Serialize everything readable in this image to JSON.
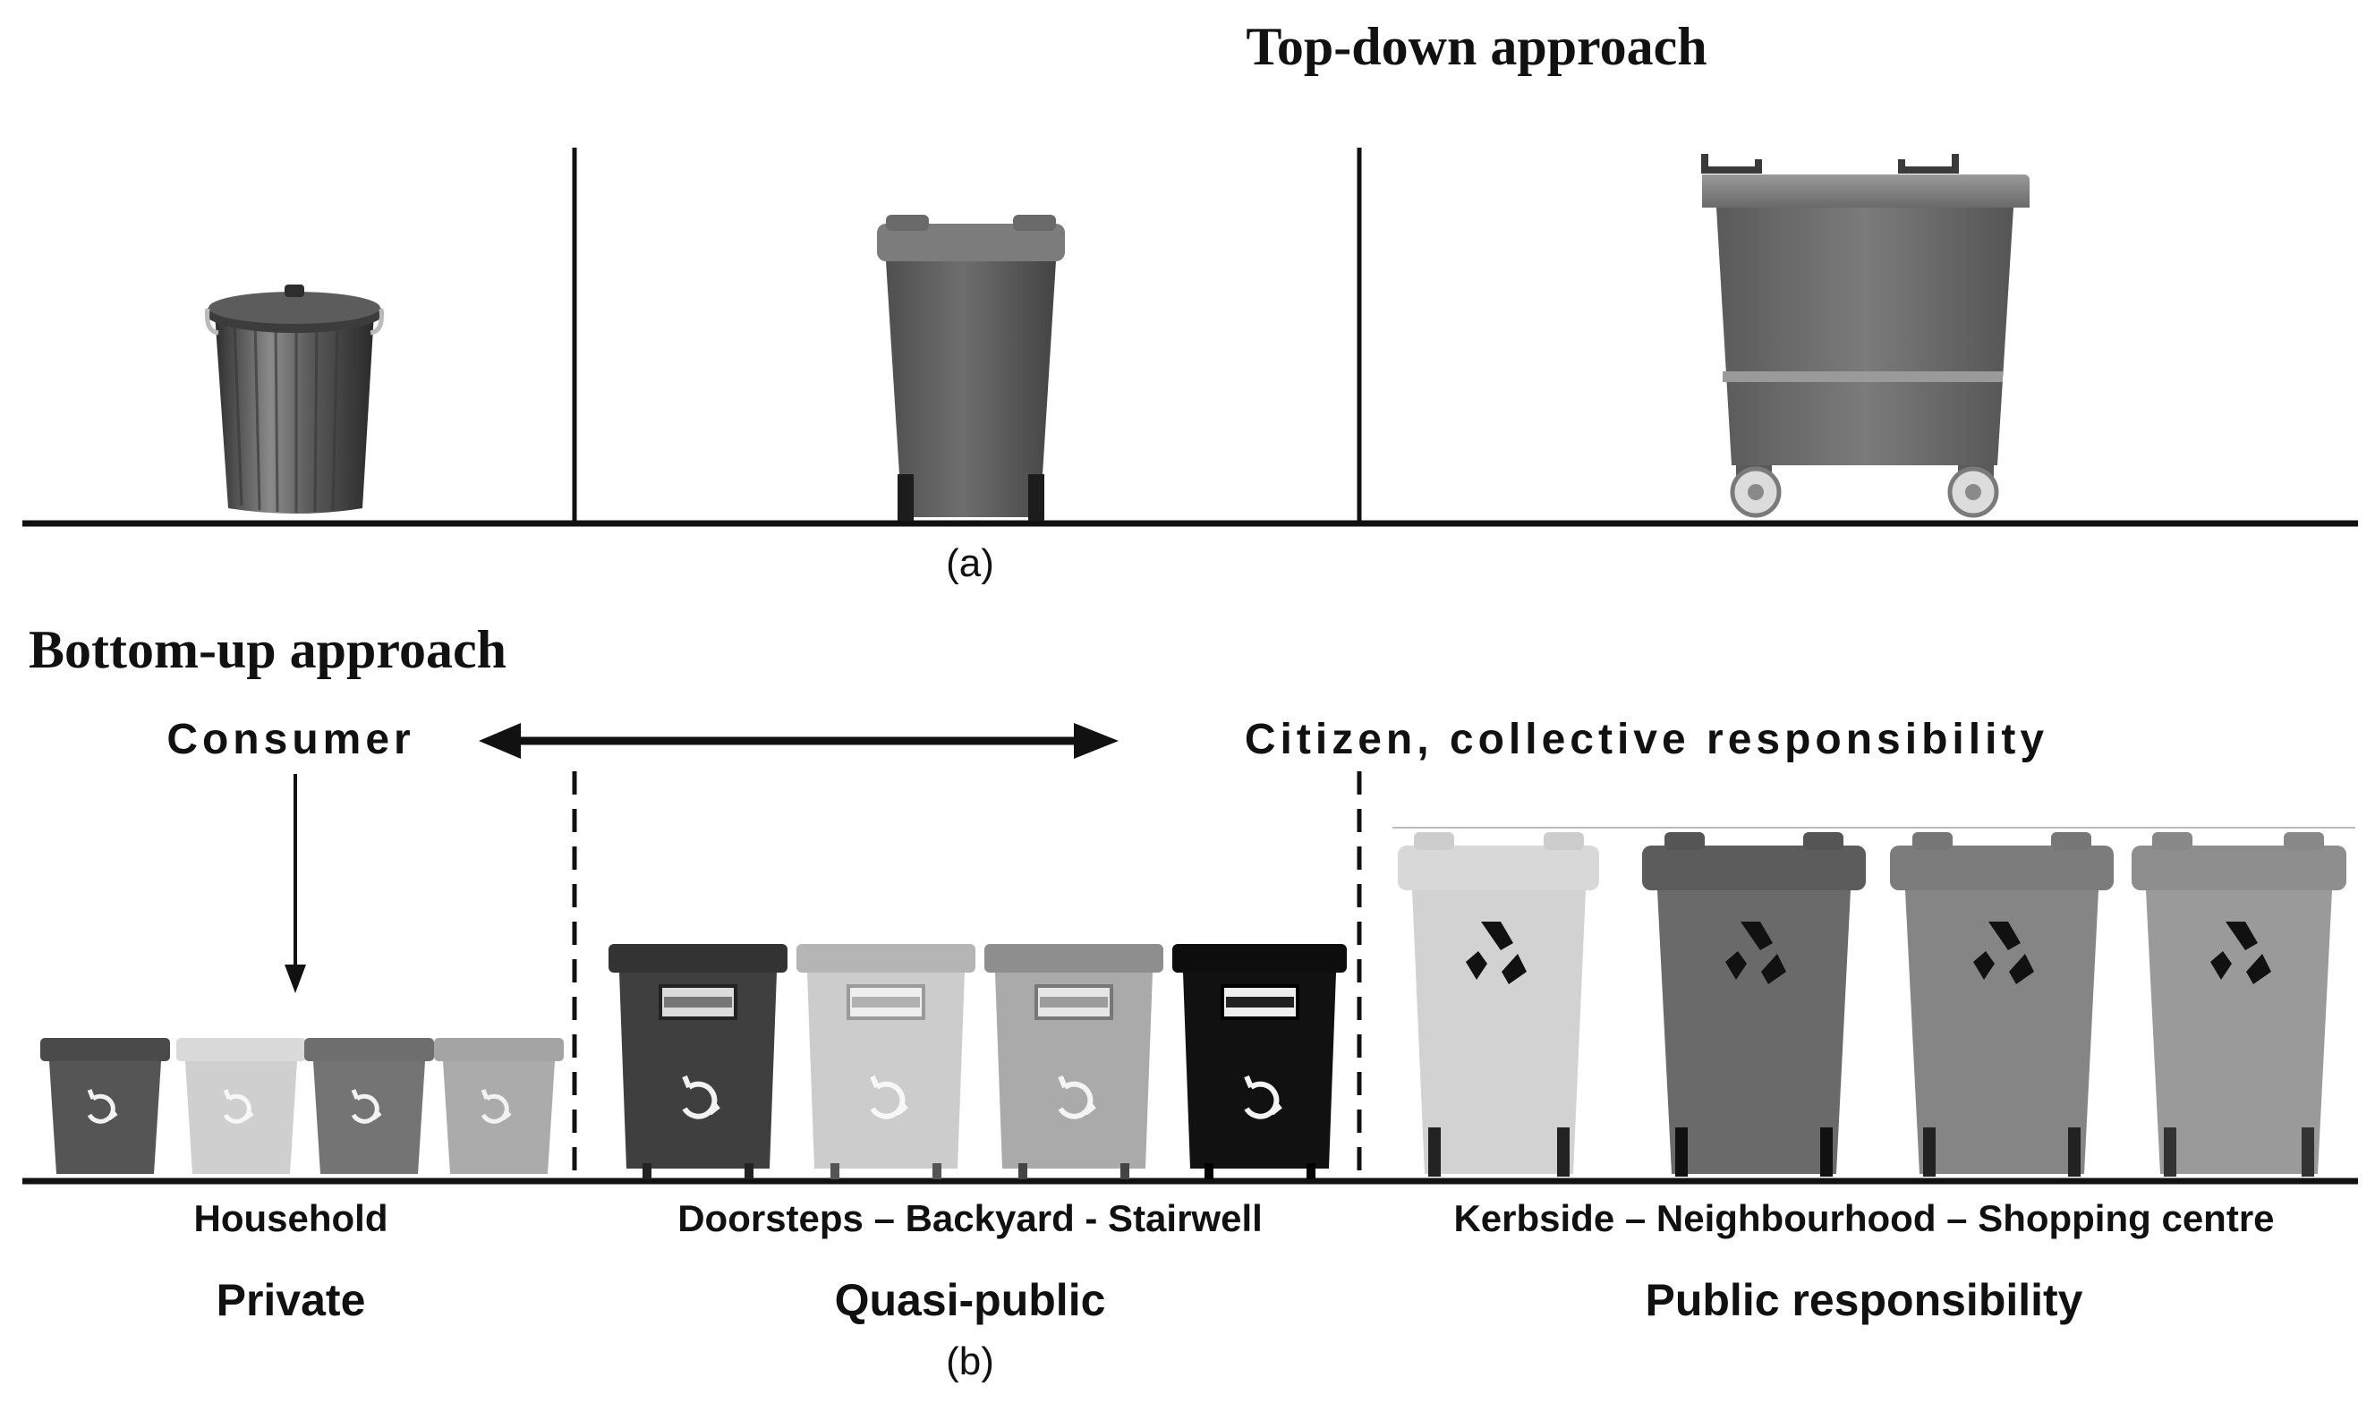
{
  "panel_a": {
    "title": "Top-down approach",
    "caption": "(a)"
  },
  "panel_b": {
    "title": "Bottom-up approach",
    "consumer_label": "Consumer",
    "citizen_label": "Citizen, collective responsibility",
    "caption": "(b)",
    "zones": [
      {
        "location": "Household",
        "responsibility": "Private"
      },
      {
        "location": "Doorsteps – Backyard - Stairwell",
        "responsibility": "Quasi-public"
      },
      {
        "location": "Kerbside – Neighbourhood – Shopping centre",
        "responsibility": "Public responsibility"
      }
    ]
  },
  "colors": {
    "line": "#111111",
    "bin_dark": "#4a4a4a",
    "bin_light": "#d6d6d6",
    "bin_mid": "#7a7a7a",
    "bin_grey": "#a8a8a8",
    "bin_black": "#0d0d0d"
  },
  "icons": [
    "recycle-icon"
  ]
}
